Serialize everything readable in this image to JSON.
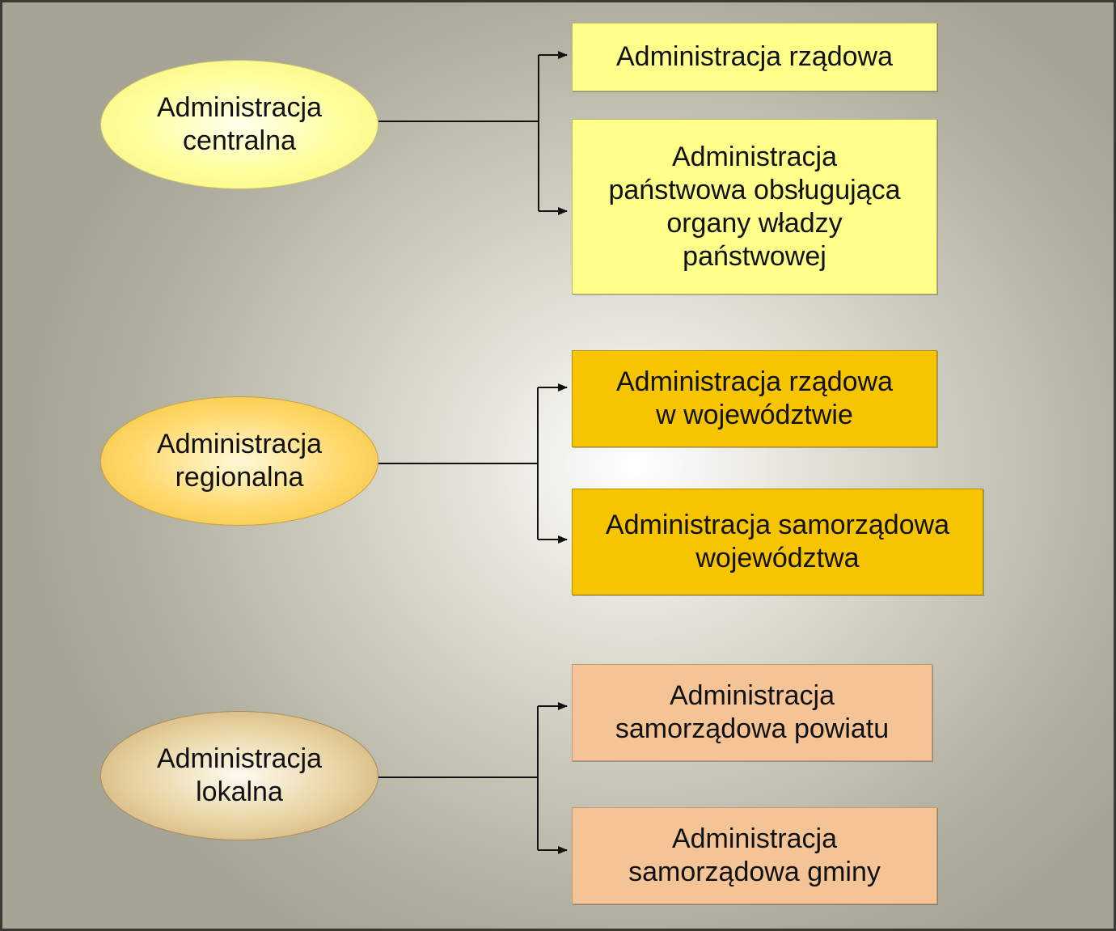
{
  "colors": {
    "central_box": "#ffff8a",
    "regional_box": "#f7c500",
    "local_box": "#f4c496",
    "connector": "#111111"
  },
  "levels": [
    {
      "ellipse": "Administracja\ncentralna",
      "boxes": [
        "Administracja rządowa",
        "Administracja\npaństwowa obsługująca\norgany władzy\npaństwowej"
      ]
    },
    {
      "ellipse": "Administracja\nregionalna",
      "boxes": [
        "Administracja rządowa\nw województwie",
        "Administracja samorządowa\nwojewództwa"
      ]
    },
    {
      "ellipse": "Administracja\nlokalna",
      "boxes": [
        "Administracja\nsamorządowa powiatu",
        "Administracja\nsamorządowa gminy"
      ]
    }
  ]
}
